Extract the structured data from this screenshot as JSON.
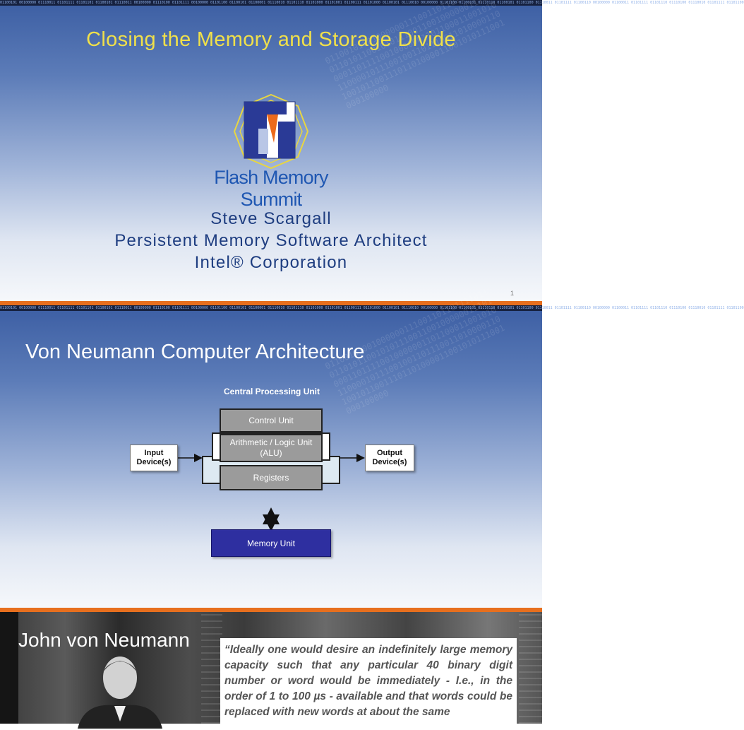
{
  "slide1": {
    "title": "Closing the Memory and Storage Divide",
    "logo_text": "Flash Memory Summit",
    "presenter_name": "Steve Scargall",
    "presenter_role": "Persistent Memory Software Architect",
    "presenter_company": "Intel® Corporation",
    "page_number": "1",
    "binary_strip": "01100101 00100000 01110011 01101111 01101101 01100101 01110011 00100000 01110100 01101111 00100000 01101100 01100101 01100001 01110010 01101110 01101000 01101001 01100111 01101000 01100101 01110010 00100000 01101100 01100101 01110110 01100101 01101100 01110011 01101111 01100110 00100000 01100011 01101111 01101110 01110100 01110010 01101111 01101100"
  },
  "slide2": {
    "title": "Von Neumann Computer Architecture",
    "cpu_label": "Central Processing Unit",
    "control_unit": "Control Unit",
    "alu": "Arithmetic / Logic Unit (ALU)",
    "registers": "Registers",
    "input": "Input Device(s)",
    "output": "Output Device(s)",
    "memory_unit": "Memory Unit",
    "binary_strip": "01100101 00100000 01110011 01101111 01101101 01100101 01110011 00100000 01110100 01101111 00100000 01101100 01100101 01100001 01110010 01101110 01101000 01101001 01100111 01101000 01100101 01110010 00100000 01101100 01100101 01110110 01100101 01101100 01110011 01101111 01100110 00100000 01100011 01101111 01101110 01110100 01110010 01101111 01101100"
  },
  "slide3": {
    "title": "John von Neumann",
    "quote": "“Ideally one would desire an indefinitely large memory capacity such that any particular 40 binary digit number or word would be immediately - I.e., in the order of 1 to 100 µs - available and that words could be replaced with new words at about the same"
  },
  "colors": {
    "title_yellow": "#f0e04a",
    "presenter_blue": "#1e3d80",
    "accent_orange": "#e76f1e",
    "memory_unit_blue": "#2e2fa0"
  }
}
